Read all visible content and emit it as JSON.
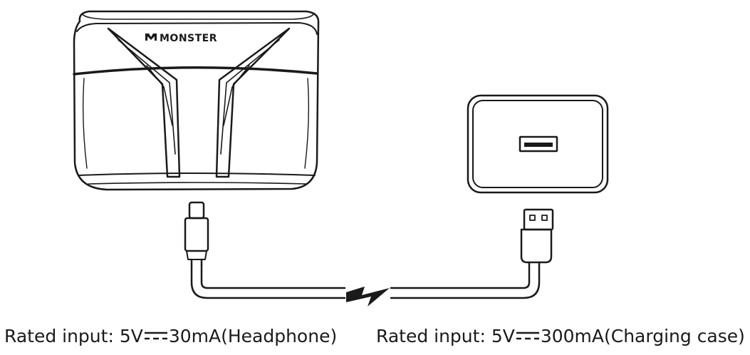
{
  "case": {
    "brand_logo_text": "MONSTER"
  },
  "captions": {
    "headphone": {
      "prefix": "Rated input: 5V",
      "suffix": "30mA(Headphone)"
    },
    "charging_case": {
      "prefix": "Rated input: 5V",
      "suffix": "300mA(Charging case)"
    }
  },
  "icons": {
    "dc_symbol": "dc-current-icon",
    "usb_c_plug": "usb-c-connector-icon",
    "usb_a_plug": "usb-a-connector-icon",
    "power_adapter": "wall-adapter-icon",
    "cable_break": "cable-break-icon"
  },
  "colors": {
    "line": "#1a1a1a",
    "background": "#ffffff"
  }
}
